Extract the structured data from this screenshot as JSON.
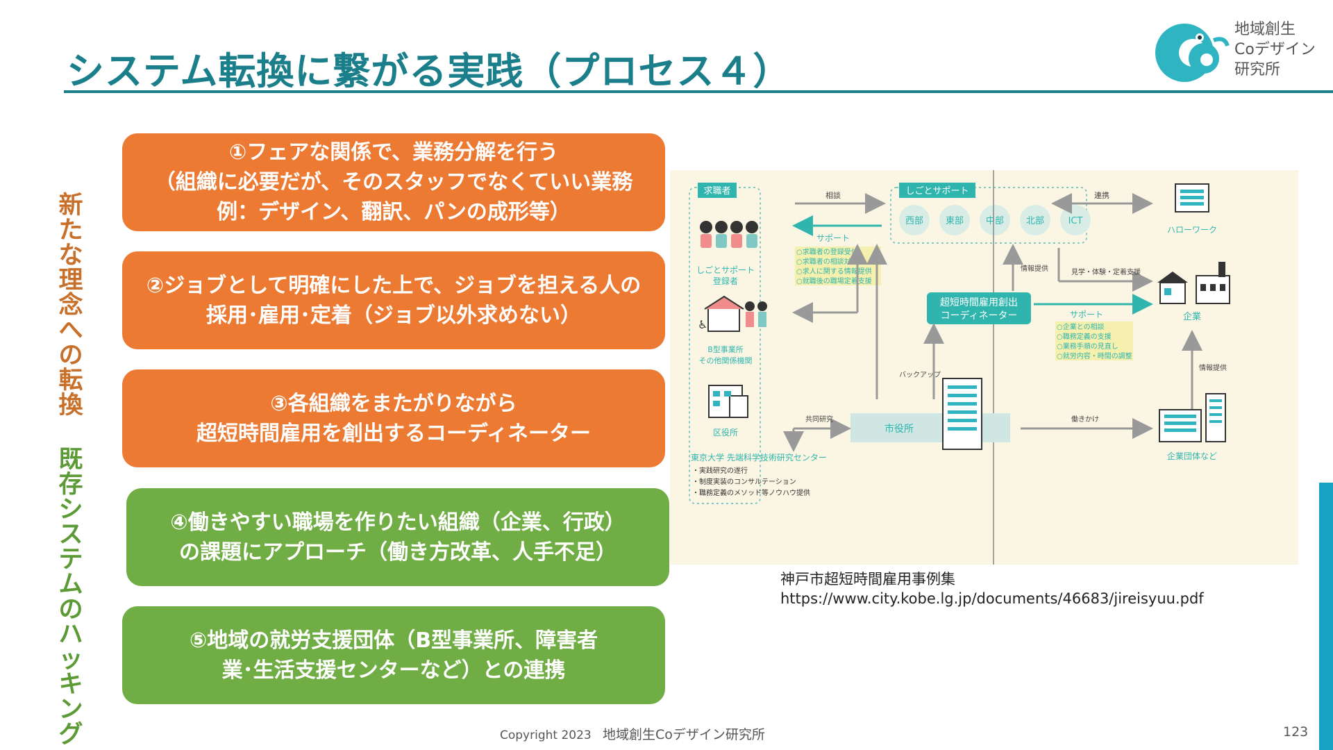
{
  "header": {
    "title": "システム転換に繋がる実践（プロセス４）",
    "logo_text": "地域創生\nCoデザイン\n研究所"
  },
  "vertical_labels": {
    "a": "新たな理念への転換",
    "b": "既存システムのハッキング"
  },
  "boxes": [
    {
      "lines": [
        "①フェアな関係で、業務分解を行う",
        "（組織に必要だが、そのスタッフでなくていい業務",
        "例：デザイン、翻訳、パンの成形等）"
      ],
      "color": "#ec7a33"
    },
    {
      "lines": [
        "②ジョブとして明確にした上で、ジョブを担える人の",
        "採用･雇用･定着（ジョブ以外求めない）"
      ],
      "color": "#ec7a33"
    },
    {
      "lines": [
        "③各組織をまたがりながら",
        "超短時間雇用を創出するコーディネーター"
      ],
      "color": "#ec7a33"
    },
    {
      "lines": [
        "④働きやすい職場を作りたい組織（企業、行政）",
        "の課題にアプローチ（働き方改革、人手不足）"
      ],
      "color": "#71ad45"
    },
    {
      "lines": [
        "⑤地域の就労支援団体（B型事業所、障害者",
        "業･生活支援センターなど）との連携"
      ],
      "color": "#71ad45"
    }
  ],
  "diagram": {
    "job_seeker_tag": "求職者",
    "support_tag": "しごとサポート",
    "branches": [
      "西部",
      "東部",
      "中部",
      "北部",
      "ICT"
    ],
    "soudan": "相談",
    "support_arrow": "サポート",
    "support_list": [
      "○求職者の登録受付",
      "○求職者の相談対応",
      "○求人に関する情報提供",
      "○就職後の職場定着支援"
    ],
    "registrant": "しごとサポート\n登録者",
    "b_type": "B型事業所\nその他関係機関",
    "ward_office": "区役所",
    "coordinator": "超短時間雇用創出\nコーディネーター",
    "info_provision": "情報提供",
    "info_provision_2": "情報提供",
    "renkei": "連携",
    "hello_work": "ハローワーク",
    "kengaku": "見学・体験・定着支援",
    "support_right": "サポート",
    "support_right_list": [
      "○企業との相談",
      "○職務定義の支援",
      "○業務手順の見直し",
      "○就労内容・時間の調整"
    ],
    "company": "企業",
    "backup": "バックアップ",
    "joint_research": "共同研究",
    "city_hall": "市役所",
    "hatarakikake": "働きかけ",
    "company_groups": "企業団体など",
    "todai": "東京大学 先端科学技術研究センター",
    "todai_list": [
      "・実践研究の遂行",
      "・制度実装のコンサルテーション",
      "・職務定義のメソッド等ノウハウ提供"
    ]
  },
  "credit": {
    "line1": "神戸市超短時間雇用事例集",
    "line2": "https://www.city.kobe.lg.jp/documents/46683/jireisyuu.pdf"
  },
  "footer": {
    "copyright": "Copyright 2023",
    "org": "地域創生Coデザイン研究所",
    "page": "123"
  },
  "colors": {
    "teal": "#1a7f8a",
    "orange": "#ec7a33",
    "green": "#71ad45",
    "vertical_orange": "#c8702a",
    "vertical_green": "#5c9a36",
    "diagram_teal": "#2fb5ad",
    "sidebar_blue": "#17a1c3"
  }
}
